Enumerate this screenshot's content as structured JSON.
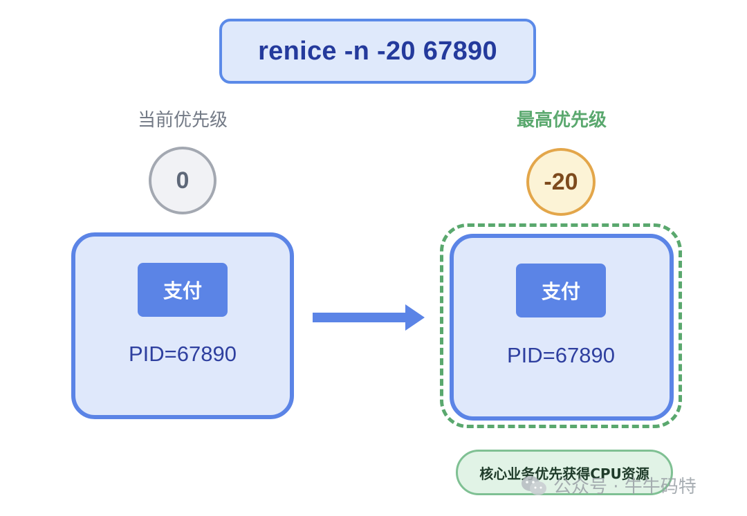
{
  "command": "renice -n -20 67890",
  "left": {
    "label": "当前优先级",
    "priority": "0",
    "process_tag": "支付",
    "pid": "PID=67890"
  },
  "right": {
    "label": "最高优先级",
    "priority": "-20",
    "process_tag": "支付",
    "pid": "PID=67890"
  },
  "note": "核心业务优先获得CPU资源",
  "watermark": "公众号 · 牛牛码特",
  "colors": {
    "primary_blue": "#5b84e6",
    "box_fill": "#dfe8fb",
    "highlight_green": "#5aa86e",
    "priority_orange": "#e3a64a",
    "neutral_gray": "#a3a8b1"
  }
}
